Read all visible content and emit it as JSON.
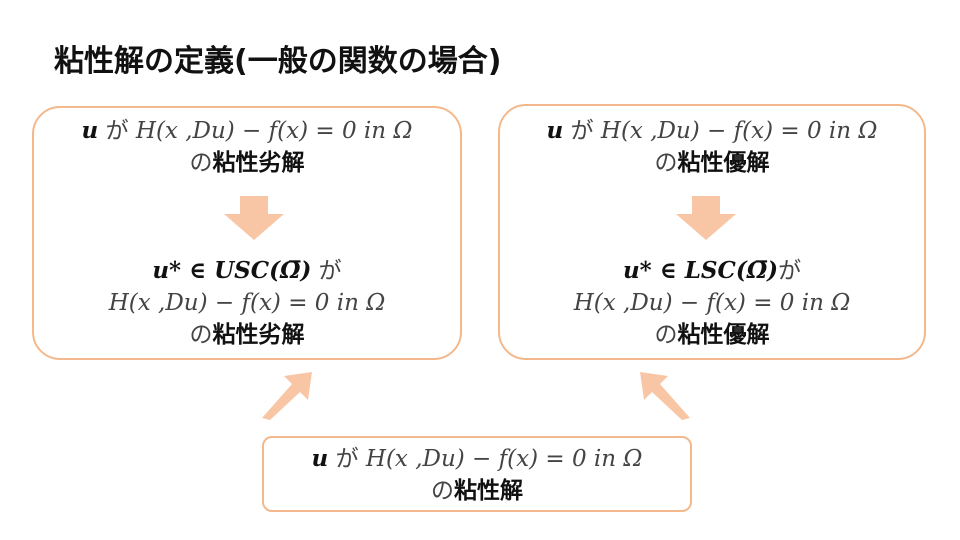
{
  "title": "粘性解の定義(一般の関数の場合)",
  "equation": "H(x ,Du) − f(x) = 0  in  Ω",
  "ga": "が",
  "no": "の",
  "left_box": {
    "top_subject": "u",
    "top_label": "粘性劣解",
    "bottom_subject": "u* ∈ USC(Ω̅)",
    "bottom_label": "粘性劣解"
  },
  "right_box": {
    "top_subject": "u",
    "top_label": "粘性優解",
    "bottom_subject": "u* ∈ LSC(Ω̅)",
    "bottom_label": "粘性優解"
  },
  "bottom_box": {
    "subject": "u",
    "label": "粘性解"
  },
  "colors": {
    "accent": "#f8c6a4",
    "border": "#f3b98c"
  }
}
